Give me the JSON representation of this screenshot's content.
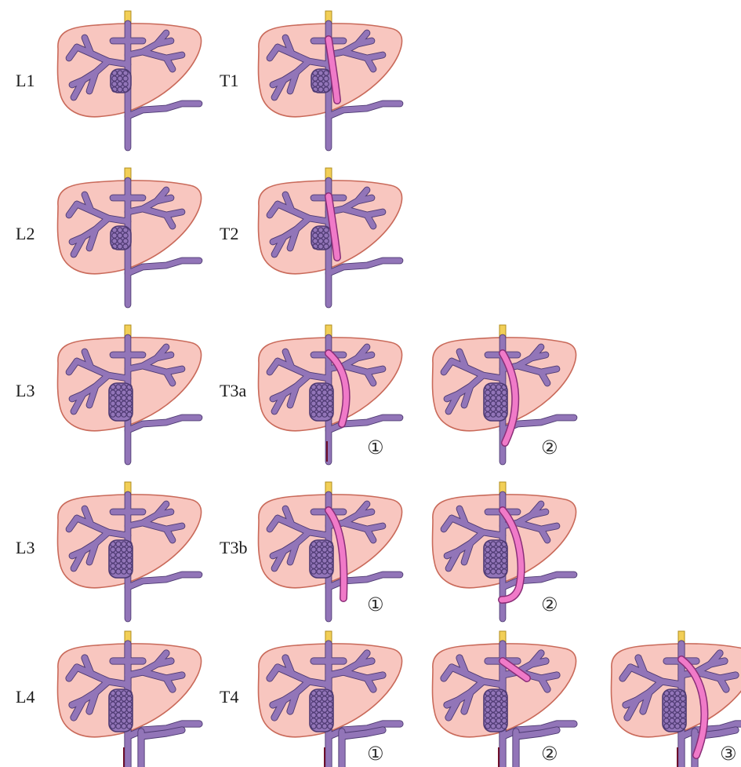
{
  "colors": {
    "liver_fill": "#f8c6bf",
    "liver_edge": "#c96a5a",
    "portal_fill": "#9275b8",
    "portal_edge": "#4e3a72",
    "bile_duct": "#f2cf57",
    "shunt": "#f07ac8",
    "shunt_edge": "#8a2e78",
    "circle_number": "#333333"
  },
  "rows": [
    {
      "left_label": "L1",
      "right_label": "T1",
      "panels": [
        {
          "id": "L1",
          "kind": "lesion",
          "size": "small",
          "shunt": false,
          "circle": ""
        },
        {
          "id": "T1",
          "kind": "treatment",
          "size": "small",
          "shunt": true,
          "shunt_style": "short",
          "circle": ""
        }
      ]
    },
    {
      "left_label": "L2",
      "right_label": "T2",
      "panels": [
        {
          "id": "L2",
          "kind": "lesion",
          "size": "small",
          "shunt": false,
          "circle": ""
        },
        {
          "id": "T2",
          "kind": "treatment",
          "size": "small",
          "shunt": true,
          "shunt_style": "short",
          "circle": ""
        }
      ]
    },
    {
      "left_label": "L3",
      "right_label": "T3a",
      "panels": [
        {
          "id": "L3",
          "kind": "lesion",
          "size": "medium",
          "shunt": false,
          "circle": ""
        },
        {
          "id": "T3a-1",
          "kind": "treatment",
          "size": "medium",
          "shunt": true,
          "shunt_style": "arc",
          "circle": "①"
        },
        {
          "id": "T3a-2",
          "kind": "treatment",
          "size": "medium",
          "shunt": true,
          "shunt_style": "long",
          "circle": "②"
        }
      ]
    },
    {
      "left_label": "L3",
      "right_label": "T3b",
      "panels": [
        {
          "id": "L3b",
          "kind": "lesion",
          "size": "medium-dark",
          "shunt": false,
          "circle": ""
        },
        {
          "id": "T3b-1",
          "kind": "treatment",
          "size": "medium",
          "shunt": true,
          "shunt_style": "down",
          "circle": "①"
        },
        {
          "id": "T3b-2",
          "kind": "treatment",
          "size": "medium",
          "shunt": true,
          "shunt_style": "hook",
          "circle": "②"
        }
      ]
    },
    {
      "left_label": "L4",
      "right_label": "T4",
      "panels": [
        {
          "id": "L4",
          "kind": "lesion",
          "size": "large",
          "shunt": false,
          "circle": ""
        },
        {
          "id": "T4-1",
          "kind": "treatment",
          "size": "large",
          "shunt": false,
          "shunt_style": "none",
          "circle": "①"
        },
        {
          "id": "T4-2",
          "kind": "treatment",
          "size": "large",
          "shunt": true,
          "shunt_style": "short-side",
          "circle": "②"
        },
        {
          "id": "T4-3",
          "kind": "treatment",
          "size": "large",
          "shunt": true,
          "shunt_style": "arc-down",
          "circle": "③"
        }
      ]
    }
  ]
}
